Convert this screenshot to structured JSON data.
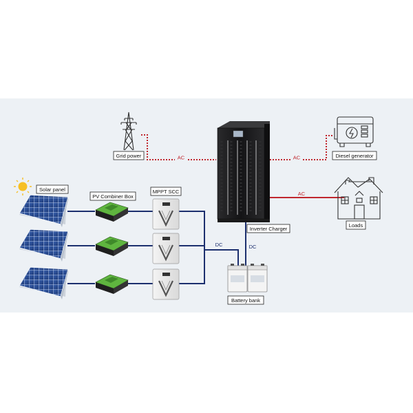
{
  "labels": {
    "grid_power": "Grid power",
    "diesel_generator": "Diesel generator",
    "solar_panel": "Solar panel",
    "pv_combiner_box": "PV Combiner Box",
    "mppt_scc": "MPPT SCC",
    "inverter_charger": "Inverter Charger",
    "loads": "Loads",
    "battery_bank": "Battery bank"
  },
  "links": {
    "grid": "AC",
    "generator": "AC",
    "loads": "AC",
    "mppt_bus": "DC",
    "inverter": "DC"
  },
  "colors": {
    "background_band": "#edf1f5",
    "ac_line": "#c0262d",
    "dc_line": "#1c2f6e",
    "inverter_body": "#1c1c1e",
    "combiner_green": "#5fb53f",
    "panel_blue": "#2d4f95"
  }
}
